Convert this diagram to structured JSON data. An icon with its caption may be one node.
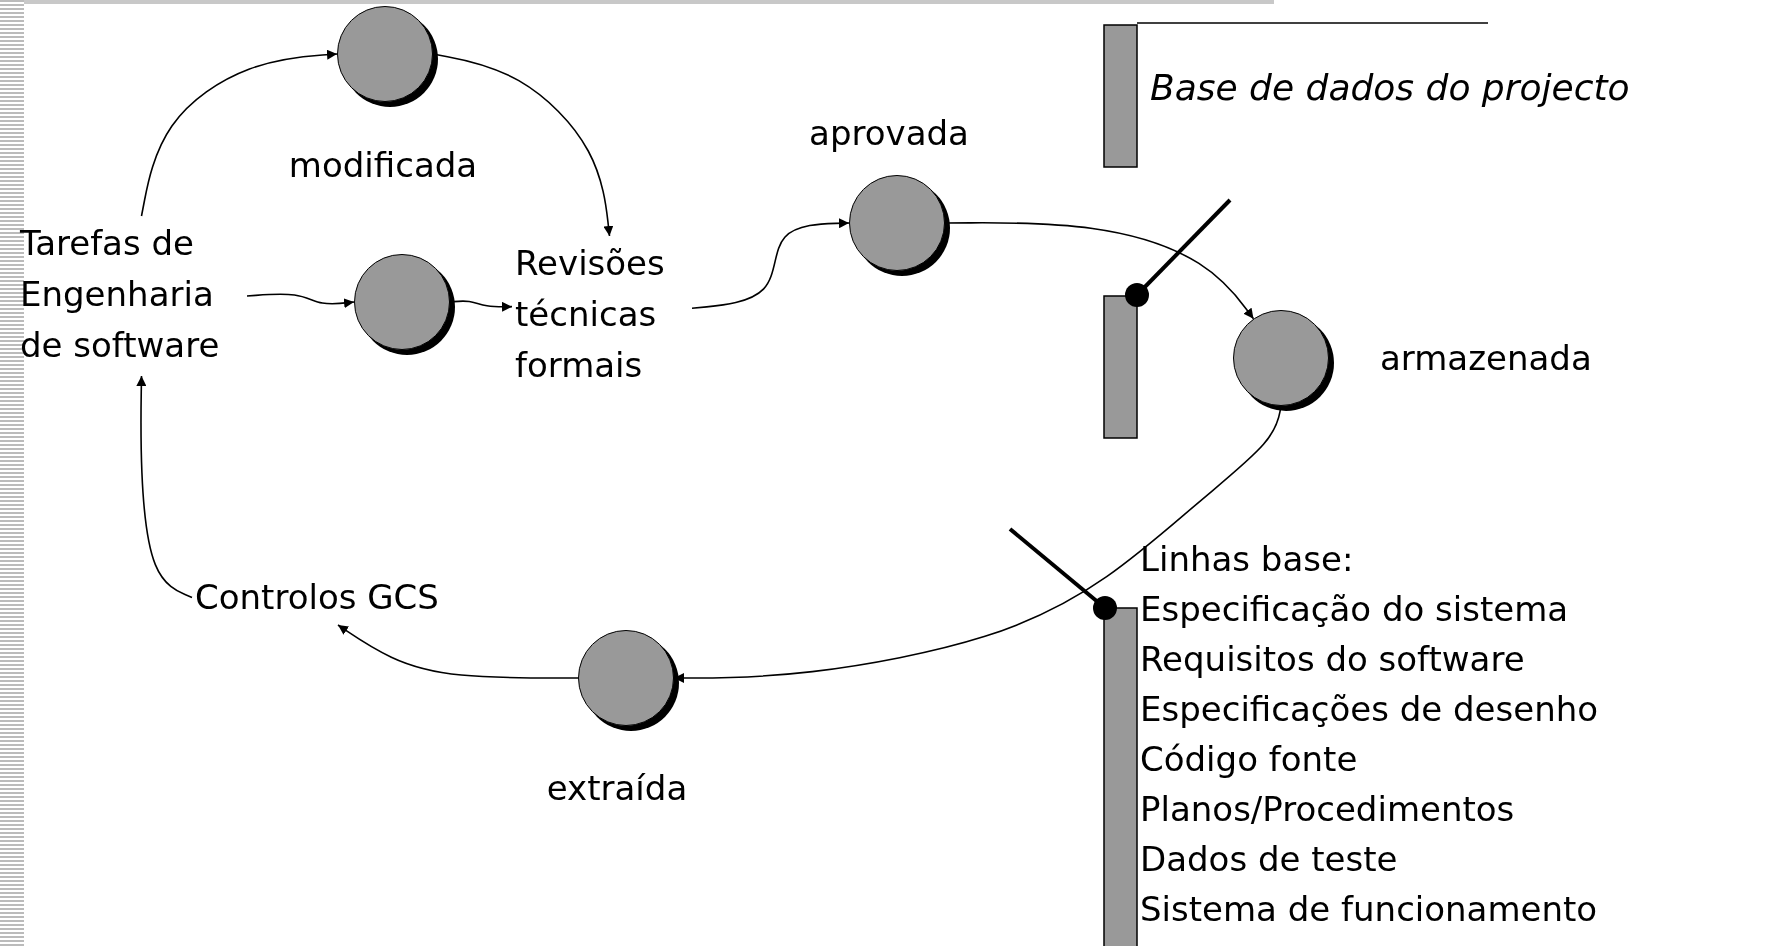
{
  "diagram": {
    "nodes": [
      {
        "text": [
          "Tarefas de Engenharia de software"
        ]
      },
      {
        "text": [],
        "shape": "circle",
        "beside": [
          "modificada"
        ]
      },
      {
        "text": [],
        "shape": "circle"
      },
      {
        "text": [
          "Revisões técnicas formais"
        ]
      },
      {
        "text": [],
        "shape": "circle",
        "beside": [
          "aprovada"
        ]
      },
      {
        "text": [],
        "shape": "circle",
        "beside": [
          "armazenada"
        ]
      },
      {
        "text": [],
        "shape": "circle",
        "beside": [
          "extraída"
        ]
      },
      {
        "text": [
          "Controlos GCS"
        ]
      }
    ],
    "edges": [
      {
        "from": 0,
        "to": 1,
        "arrow": "to"
      },
      {
        "from": 1,
        "to": 3,
        "arrow": "to"
      },
      {
        "from": 0,
        "to": 2,
        "arrow": "to"
      },
      {
        "from": 2,
        "to": 3,
        "arrow": "to"
      },
      {
        "from": 3,
        "to": 4,
        "arrow": "to"
      },
      {
        "from": 4,
        "to": 5,
        "arrow": "to"
      },
      {
        "from": 5,
        "to": 6,
        "arrow": "to"
      },
      {
        "from": 6,
        "to": 7,
        "arrow": "to"
      },
      {
        "from": 7,
        "to": 0,
        "arrow": "to"
      }
    ],
    "labels": [
      "Base de dados do projecto",
      "Linhas base:",
      "Especificação do sistema",
      "Requisitos do software",
      "Especificações de desenho",
      "Código fonte",
      "Planos/Procedimentos",
      "Dados de teste",
      "Sistema de funcionamento"
    ]
  }
}
